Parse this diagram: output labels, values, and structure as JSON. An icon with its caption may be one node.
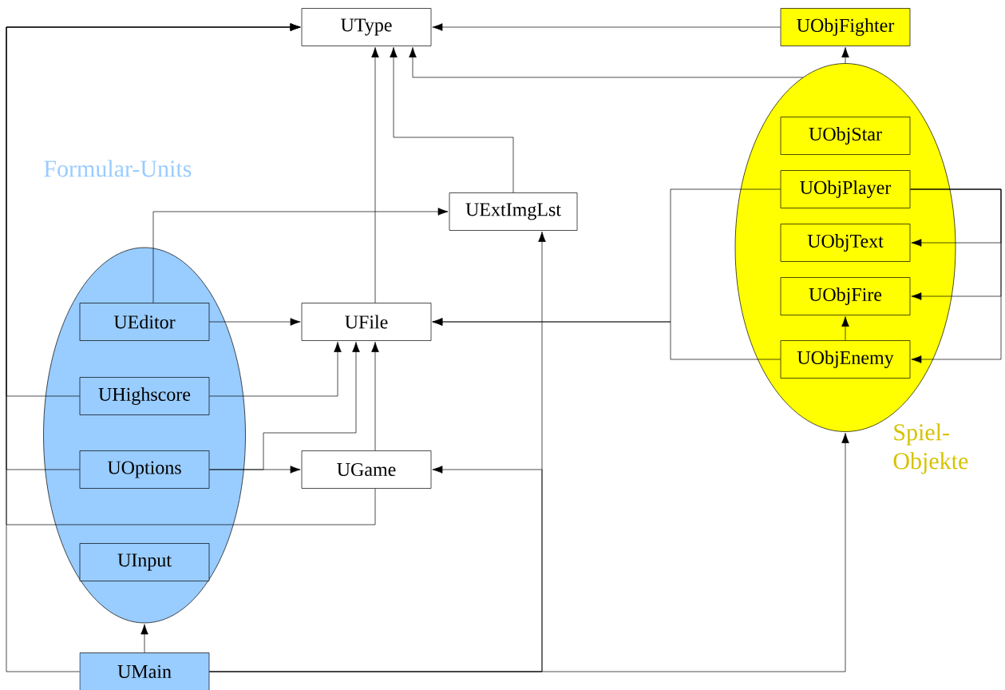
{
  "diagram": {
    "nodes": [
      {
        "text": [
          "UType"
        ]
      },
      {
        "text": [
          "UObjFighter"
        ]
      },
      {
        "text": [
          "Spiel- Objekte"
        ]
      },
      {
        "text": [
          "UObjStar"
        ],
        "in": 2
      },
      {
        "text": [
          "UObjPlayer"
        ],
        "in": 2
      },
      {
        "text": [
          "UObjText"
        ],
        "in": 2
      },
      {
        "text": [
          "UObjFire"
        ],
        "in": 2
      },
      {
        "text": [
          "UObjEnemy"
        ],
        "in": 2
      },
      {
        "text": [
          "Formular-Units"
        ]
      },
      {
        "text": [
          "UExtImgLst"
        ]
      },
      {
        "text": [
          "UEditor"
        ],
        "in": 8
      },
      {
        "text": [
          "UFile"
        ]
      },
      {
        "text": [
          "UHighscore"
        ],
        "in": 8
      },
      {
        "text": [
          "UOptions"
        ],
        "in": 8
      },
      {
        "text": [
          "UGame"
        ]
      },
      {
        "text": [
          "UInput"
        ],
        "in": 8
      },
      {
        "text": [
          "UMain"
        ]
      }
    ],
    "edges": [
      {
        "from": 1,
        "to": 0,
        "arrow": "to"
      },
      {
        "from": 2,
        "to": 0,
        "arrow": "to"
      },
      {
        "from": 2,
        "to": 1,
        "arrow": "to"
      },
      {
        "from": 9,
        "to": 0,
        "arrow": "to"
      },
      {
        "from": 11,
        "to": 0,
        "arrow": "to"
      },
      {
        "from": 12,
        "to": 0,
        "arrow": "to"
      },
      {
        "from": 13,
        "to": 0,
        "arrow": "to"
      },
      {
        "from": 14,
        "to": 0,
        "arrow": "to"
      },
      {
        "from": 16,
        "to": 0,
        "arrow": "to"
      },
      {
        "from": 10,
        "to": 9,
        "arrow": "to"
      },
      {
        "from": 10,
        "to": 11,
        "arrow": "to"
      },
      {
        "from": 12,
        "to": 11,
        "arrow": "to"
      },
      {
        "from": 13,
        "to": 11,
        "arrow": "to"
      },
      {
        "from": 13,
        "to": 14,
        "arrow": "to"
      },
      {
        "from": 14,
        "to": 11,
        "arrow": "to"
      },
      {
        "from": 4,
        "to": 11,
        "arrow": "to"
      },
      {
        "from": 7,
        "to": 11,
        "arrow": "to"
      },
      {
        "from": 4,
        "to": 5,
        "arrow": "to"
      },
      {
        "from": 4,
        "to": 6,
        "arrow": "to"
      },
      {
        "from": 4,
        "to": 7,
        "arrow": "to"
      },
      {
        "from": 7,
        "to": 6,
        "arrow": "to"
      },
      {
        "from": 16,
        "to": 9,
        "arrow": "to"
      },
      {
        "from": 16,
        "to": 14,
        "arrow": "to"
      },
      {
        "from": 16,
        "to": 2,
        "arrow": "to"
      },
      {
        "from": 16,
        "to": 8,
        "arrow": "to"
      }
    ]
  }
}
